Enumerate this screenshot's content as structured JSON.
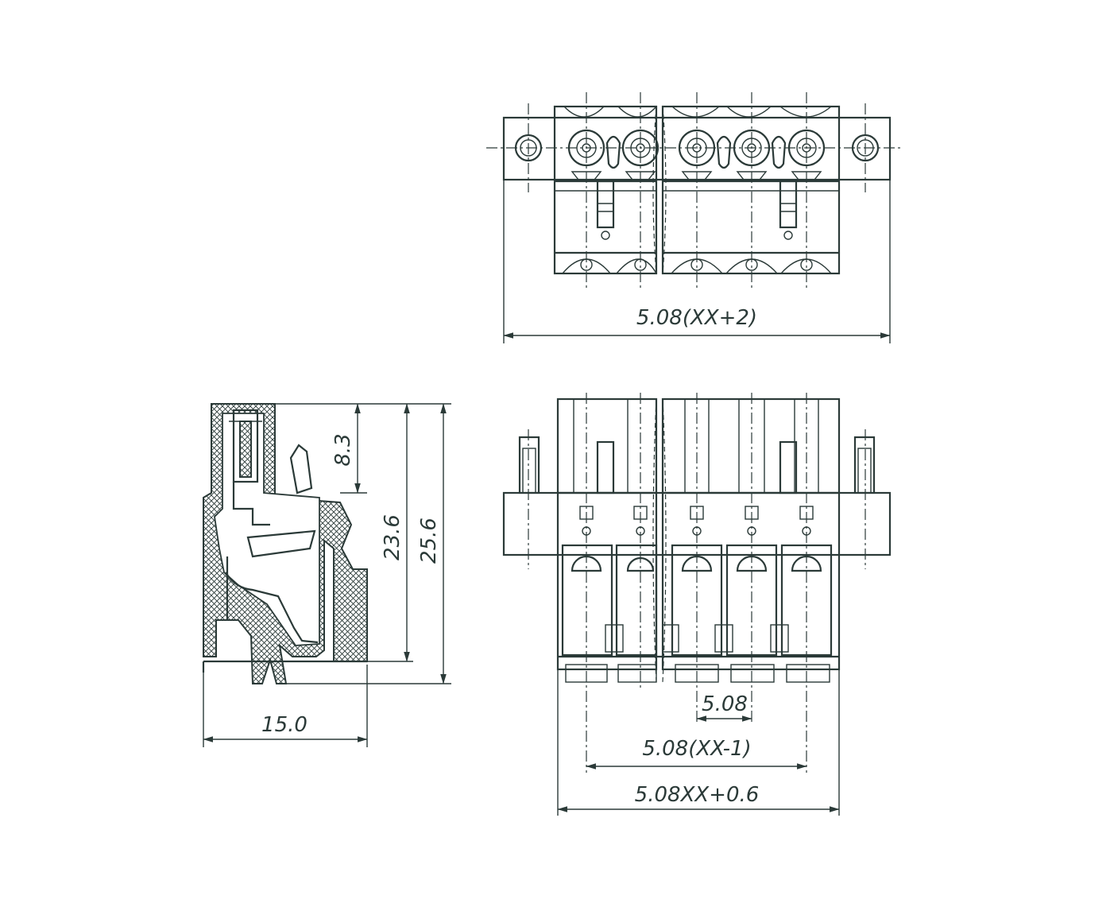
{
  "dimensions": {
    "top_overall": "5.08(XX+2)",
    "side_height_upper": "8.3",
    "side_height_body": "23.6",
    "side_height_total": "25.6",
    "side_depth": "15.0",
    "front_pitch": "5.08",
    "front_span": "5.08(XX-1)",
    "front_width": "5.08XX+0.6"
  }
}
